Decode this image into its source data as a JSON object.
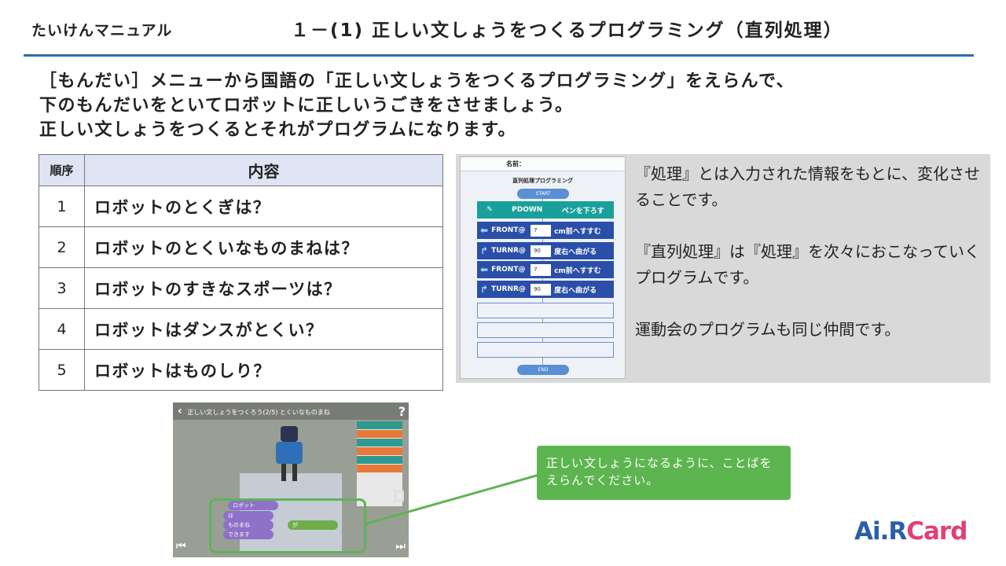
{
  "header": {
    "left": "たいけんマニュアル",
    "title": "１－(1) 正しい文しょうをつくるプログラミング（直列処理）"
  },
  "instructions": [
    "［もんだい］メニューから国語の「正しい文しょうをつくるプログラミング」をえらんで、",
    "下のもんだいをといてロボットに正しいうごきをさせましょう。",
    "正しい文しょうをつくるとそれがプログラムになります。"
  ],
  "table": {
    "headers": [
      "順序",
      "内容"
    ],
    "rows": [
      {
        "num": "1",
        "text": "ロボットのとくぎは？"
      },
      {
        "num": "2",
        "text": "ロボットのとくいなものまねは？"
      },
      {
        "num": "3",
        "text": "ロボットのすきなスポーツは？"
      },
      {
        "num": "4",
        "text": "ロボットはダンスがとくい？"
      },
      {
        "num": "5",
        "text": "ロボットはものしり？"
      }
    ]
  },
  "flow_image": {
    "name_label": "名前：",
    "title": "直列処理プログラミング",
    "start": "START",
    "end": "END",
    "pdown": {
      "name": "PDOWN",
      "label": "ペンを下ろす"
    },
    "blocks": [
      {
        "name": "FRONT@",
        "value": "7",
        "label": "cm前へすすむ"
      },
      {
        "name": "TURNR@",
        "value": "90",
        "label": "度右へ曲がる"
      },
      {
        "name": "FRONT@",
        "value": "7",
        "label": "cm前へすすむ"
      },
      {
        "name": "TURNR@",
        "value": "90",
        "label": "度右へ曲がる"
      }
    ]
  },
  "description": [
    "『処理』とは入力された情報をもとに、変化させることです。",
    "『直列処理』は『処理』を次々におこなっていくプログラムです。",
    "運動会のプログラムも同じ仲間です。"
  ],
  "screen": {
    "top_title": "正しい文しょうをつくろう(2/5) とくいなものまね",
    "help": "?",
    "words": [
      "ロボット",
      "は",
      "ものまね",
      "が",
      "できます"
    ]
  },
  "callout": "正しい文しょうになるように、ことばをえらんでください。",
  "logo": {
    "part1": "Ai.R",
    "part2": "Card"
  },
  "colors": {
    "rule": "#2e6da4",
    "callout": "#5db54f",
    "table_header": "#dfe4f2",
    "panel": "#d9d9d9"
  }
}
